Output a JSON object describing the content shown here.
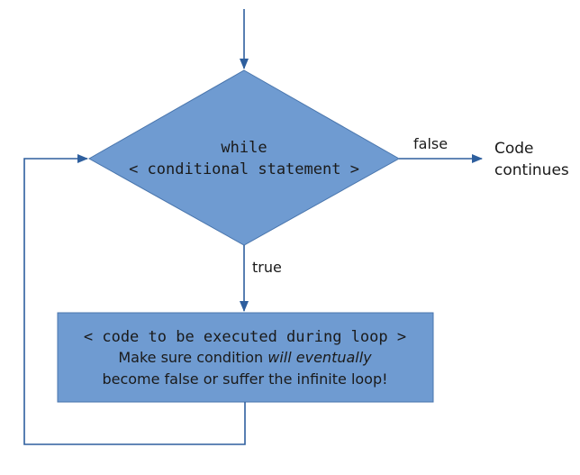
{
  "diagram": {
    "decision": {
      "line1": "while",
      "line2": "< conditional statement >"
    },
    "false_label": "false",
    "true_label": "true",
    "exit": {
      "line1": "Code",
      "line2": "continues"
    },
    "body": {
      "line1": "< code to be executed during loop >",
      "line2_prefix": "Make sure condition ",
      "line2_emphasis": "will eventually",
      "line3": "become false or suffer the infinite loop!"
    }
  },
  "colors": {
    "shape_fill": "#6f9bd1",
    "shape_stroke": "#4a76ad",
    "connector": "#2e5f9e"
  }
}
